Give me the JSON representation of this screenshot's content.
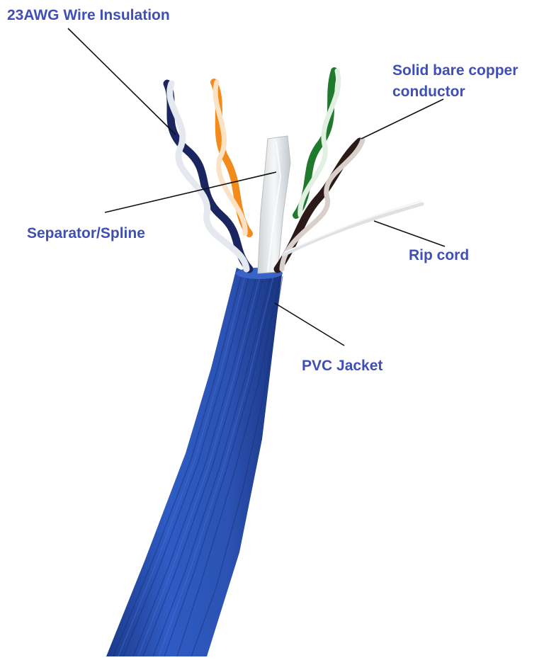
{
  "colors": {
    "label_text": "#3f4fb4",
    "jacket": "#2b52b3",
    "jacket_dark": "#1c3a8c",
    "leader_line": "#111111"
  },
  "labels": {
    "wire_insulation": "23AWG Wire Insulation",
    "copper_line1": "Solid bare copper",
    "copper_line2": "conductor",
    "separator": "Separator/Spline",
    "rip_cord": "Rip cord",
    "pvc_jacket": "PVC Jacket"
  },
  "icons": {
    "cable": "cat6-cable-illustration"
  }
}
